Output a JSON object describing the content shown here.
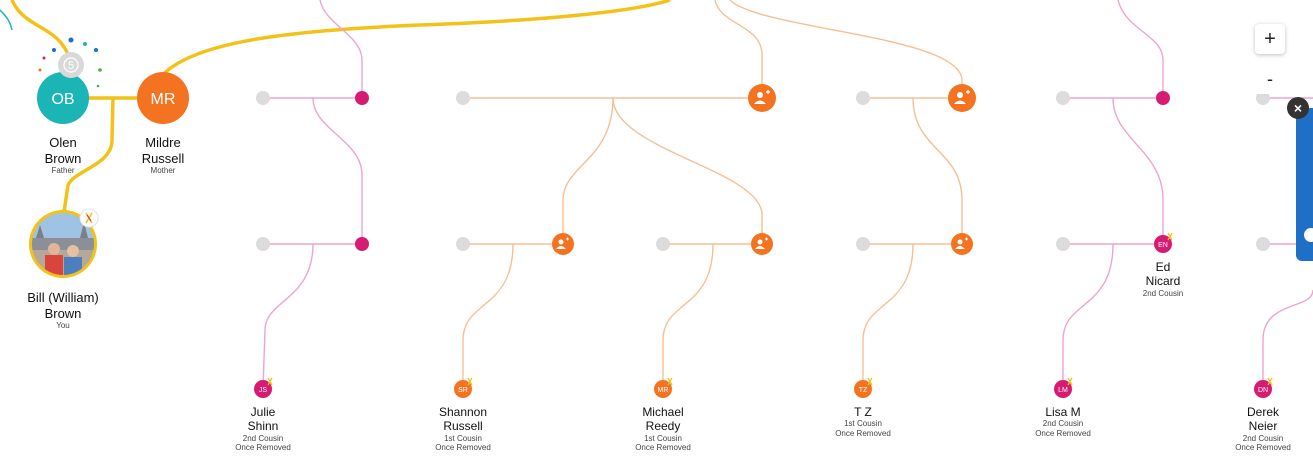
{
  "colors": {
    "direct_line": "#f2c218",
    "paternal_line": "#f0a3cf",
    "maternal_line": "#f7bf94",
    "magenta": "#d81b72",
    "orange": "#f47321",
    "teal": "#1cb5b5",
    "placeholder": "#dcdcdc",
    "panel_blue": "#1f6fc7"
  },
  "family": {
    "father": {
      "initials": "OB",
      "first": "Olen",
      "last": "Brown",
      "relation": "Father",
      "hint_count": "5"
    },
    "mother": {
      "initials": "MR",
      "first": "Mildre",
      "last": "Russell",
      "relation": "Mother"
    },
    "self": {
      "first": "Bill (William)",
      "last": "Brown",
      "relation": "You"
    }
  },
  "cousins": [
    {
      "initials": "JS",
      "first": "Julie",
      "last": "Shinn",
      "rel1": "2nd Cousin",
      "rel2": "Once Removed"
    },
    {
      "initials": "SR",
      "first": "Shannon",
      "last": "Russell",
      "rel1": "1st Cousin",
      "rel2": "Once Removed"
    },
    {
      "initials": "MR",
      "first": "Michael",
      "last": "Reedy",
      "rel1": "1st Cousin",
      "rel2": "Once Removed"
    },
    {
      "initials": "TZ",
      "first": "T Z",
      "last": "",
      "rel1": "1st Cousin",
      "rel2": "Once Removed"
    },
    {
      "initials": "LM",
      "first": "Lisa M",
      "last": "",
      "rel1": "2nd Cousin",
      "rel2": "Once Removed"
    },
    {
      "initials": "DN",
      "first": "Derek",
      "last": "Neier",
      "rel1": "2nd Cousin",
      "rel2": "Once Removed"
    }
  ],
  "ed": {
    "initials": "EN",
    "first": "Ed",
    "last": "Nicard",
    "rel1": "2nd Cousin"
  },
  "controls": {
    "zoom_in": "+",
    "zoom_out": "-",
    "close": "×"
  }
}
